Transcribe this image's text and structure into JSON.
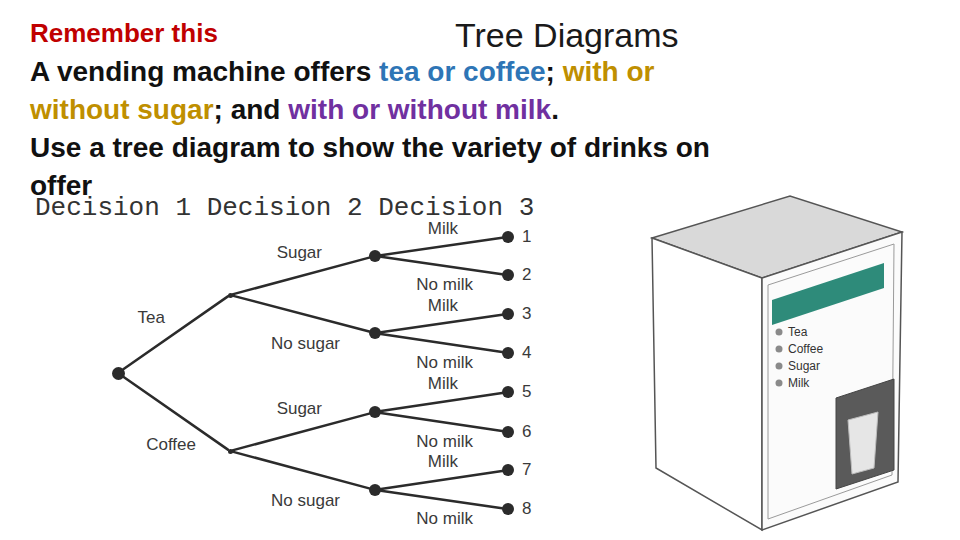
{
  "diagram": {
    "title": "Tree Diagrams",
    "nodes": [
      {
        "text": []
      },
      {
        "text": [
          "Tea"
        ]
      },
      {
        "text": [
          "Sugar"
        ]
      },
      {
        "text": [
          "Milk",
          "1"
        ]
      },
      {
        "text": [
          "No milk",
          "2"
        ]
      },
      {
        "text": [
          "No sugar"
        ]
      },
      {
        "text": [
          "Milk",
          "3"
        ]
      },
      {
        "text": [
          "No milk",
          "4"
        ]
      },
      {
        "text": [
          "Coffee"
        ]
      },
      {
        "text": [
          "Sugar"
        ]
      },
      {
        "text": [
          "Milk",
          "5"
        ]
      },
      {
        "text": [
          "No milk",
          "6"
        ]
      },
      {
        "text": [
          "No sugar"
        ]
      },
      {
        "text": [
          "Milk",
          "7"
        ]
      },
      {
        "text": [
          "No milk",
          "8"
        ]
      }
    ],
    "edges": [
      {
        "from": 0,
        "to": 1,
        "arrow": "none"
      },
      {
        "from": 1,
        "to": 2,
        "arrow": "none"
      },
      {
        "from": 2,
        "to": 3,
        "arrow": "none"
      },
      {
        "from": 2,
        "to": 4,
        "arrow": "none"
      },
      {
        "from": 1,
        "to": 5,
        "arrow": "none"
      },
      {
        "from": 5,
        "to": 6,
        "arrow": "none"
      },
      {
        "from": 5,
        "to": 7,
        "arrow": "none"
      },
      {
        "from": 0,
        "to": 8,
        "arrow": "none"
      },
      {
        "from": 8,
        "to": 9,
        "arrow": "none"
      },
      {
        "from": 9,
        "to": 10,
        "arrow": "none"
      },
      {
        "from": 9,
        "to": 11,
        "arrow": "none"
      },
      {
        "from": 8,
        "to": 12,
        "arrow": "none"
      },
      {
        "from": 12,
        "to": 13,
        "arrow": "none"
      },
      {
        "from": 12,
        "to": 14,
        "arrow": "none"
      }
    ],
    "labels": [
      "Remember this",
      "A vending machine offers",
      "tea or coffee",
      ";",
      "with or",
      "without sugar",
      "; and",
      "with or without milk",
      ".",
      "Use a tree diagram to show the variety of drinks on",
      "offer",
      "Decision 1 Decision 2 Decision 3",
      "Tea",
      "Coffee",
      "Sugar",
      "Milk"
    ]
  }
}
